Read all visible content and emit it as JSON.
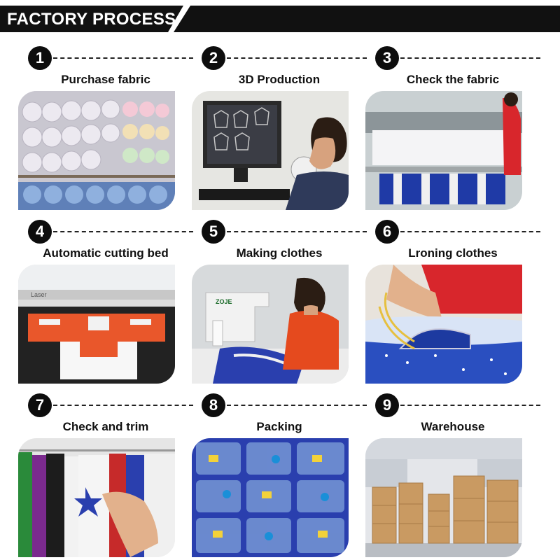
{
  "header": {
    "title": "FACTORY PROCESS"
  },
  "steps": [
    {
      "number": "1",
      "label": "Purchase fabric"
    },
    {
      "number": "2",
      "label": "3D Production"
    },
    {
      "number": "3",
      "label": "Check the fabric"
    },
    {
      "number": "4",
      "label": "Automatic cutting bed"
    },
    {
      "number": "5",
      "label": "Making clothes"
    },
    {
      "number": "6",
      "label": "Lroning clothes"
    },
    {
      "number": "7",
      "label": "Check and trim"
    },
    {
      "number": "8",
      "label": "Packing"
    },
    {
      "number": "9",
      "label": "Warehouse"
    }
  ],
  "photo_text": {
    "laser": "Laser",
    "machine_brand": "ZOJE"
  },
  "colors": {
    "header_bg": "#111111",
    "accent_blue": "#2a3fae",
    "accent_red": "#d8262c"
  }
}
